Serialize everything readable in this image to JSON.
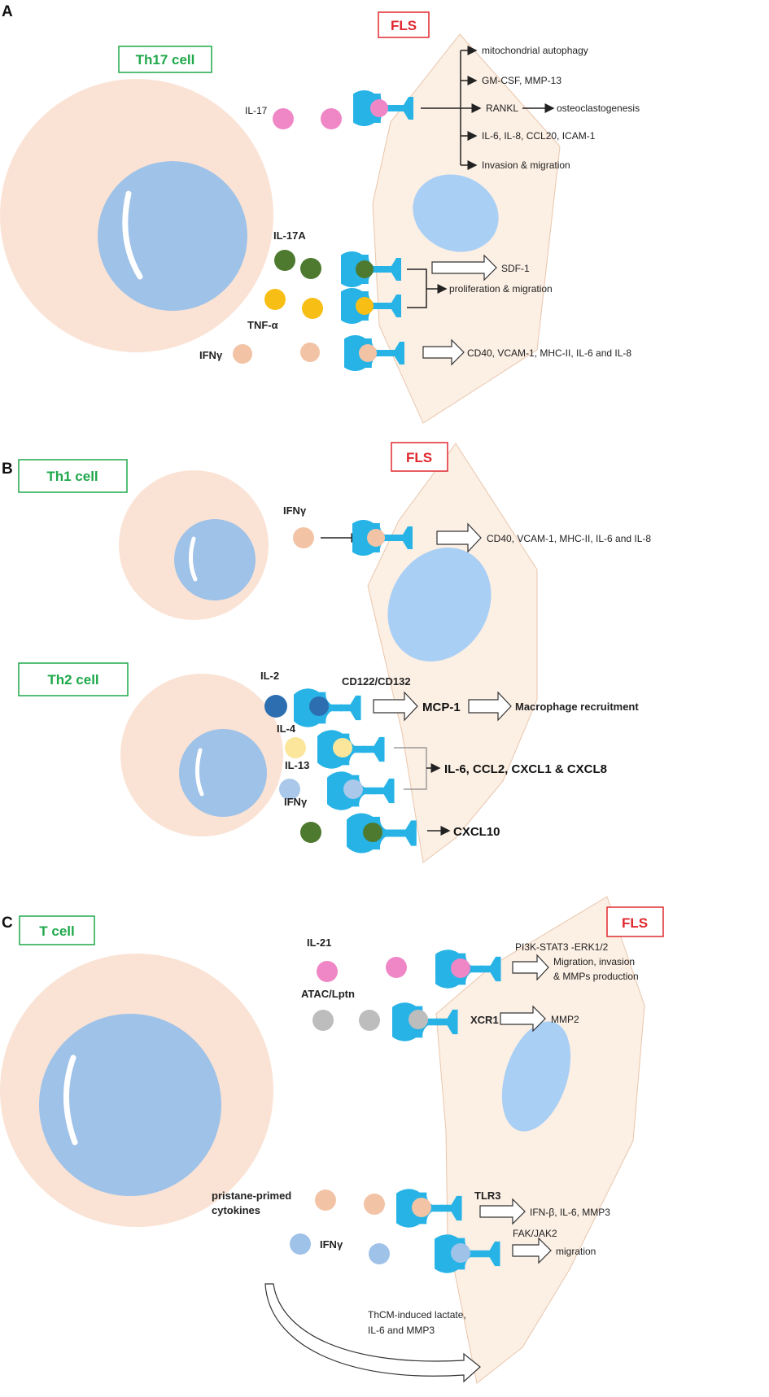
{
  "colors": {
    "cell_body": "#fae3d5",
    "nucleus": "#9fc2e8",
    "fls_body": "#fcefe4",
    "fls_nucleus": "#a9cff5",
    "receptor": "#27b3e6",
    "il17": "#ef87c7",
    "il17a": "#4d7a2f",
    "tnf": "#f7be16",
    "ifng_peach": "#f2c3a5",
    "il2": "#2d6eb1",
    "il4": "#fbe69b",
    "il13": "#a9c8ea",
    "grey": "#bdbdbd",
    "ifng_blue": "#9fc2e8",
    "green_label": "#1fa84a",
    "red_label": "#e0282f"
  },
  "panelA": {
    "letter": "A",
    "cell_label": "Th17 cell",
    "fls_label": "FLS",
    "il17": "IL-17",
    "il17a": "IL-17A",
    "tnf": "TNF-α",
    "ifng": "IFNγ",
    "outputs": {
      "mito": "mitochondrial  autophagy",
      "gmcsf": "GM-CSF, MMP-13",
      "rankl": "RANKL",
      "osteo": "osteoclastogenesis",
      "il6": "IL-6, IL-8, CCL20, ICAM-1",
      "invasion": "Invasion & migration",
      "sdf": "SDF-1",
      "prolif": "proliferation & migration",
      "cd40": "CD40, VCAM-1, MHC-II, IL-6 and IL-8"
    }
  },
  "panelB": {
    "letter": "B",
    "th1_label": "Th1 cell",
    "th2_label": "Th2 cell",
    "fls_label": "FLS",
    "ifng": "IFNγ",
    "cd40": "CD40, VCAM-1, MHC-II, IL-6 and IL-8",
    "il2": "IL-2",
    "cd122": "CD122/CD132",
    "mcp": "MCP-1",
    "macro": "Macrophage recruitment",
    "il4": "IL-4",
    "il13": "IL-13",
    "ifng2": "IFNγ",
    "il6ccl": "IL-6,  CCL2,  CXCL1 & CXCL8",
    "cxcl10": "CXCL10"
  },
  "panelC": {
    "letter": "C",
    "cell_label": "T cell",
    "fls_label": "FLS",
    "il21": "IL-21",
    "pi3k": "PI3K-STAT3 -ERK1/2",
    "migration_invasion": "Migration, invasion",
    "mmps": "& MMPs production",
    "atac": "ATAC/Lptn",
    "xcr1": "XCR1",
    "mmp2": "MMP2",
    "pristane1": "pristane-primed",
    "pristane2": "cytokines",
    "tlr3": "TLR3",
    "ifnb": "IFN-β, IL-6, MMP3",
    "ifng": "IFNγ",
    "fak": "FAK/JAK2",
    "migration": "migration",
    "thcm1": "ThCM-induced lactate,",
    "thcm2": "IL-6 and MMP3"
  }
}
